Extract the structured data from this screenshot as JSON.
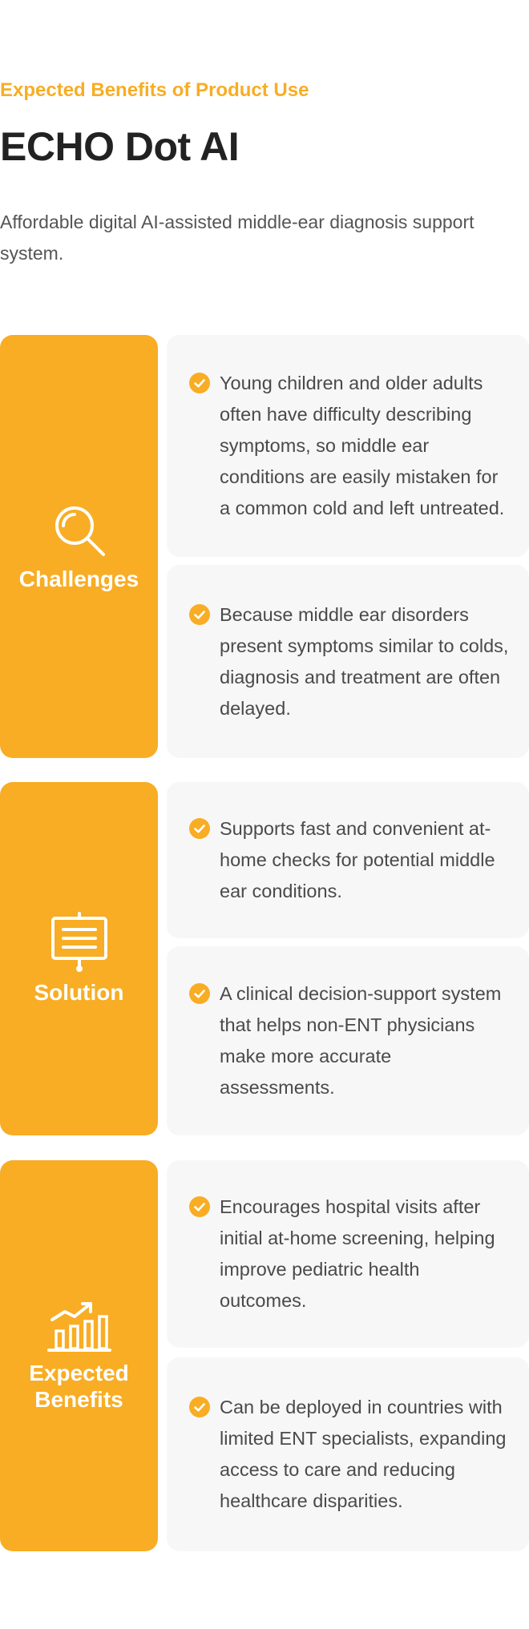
{
  "header": {
    "eyebrow": "Expected Benefits of Product Use",
    "title": "ECHO Dot AI",
    "subtitle": "Affordable digital AI-assisted middle-ear diagnosis support system."
  },
  "colors": {
    "accent": "#F8AD24",
    "card_background": "#F7F7F7",
    "title_text": "#222222",
    "body_text": "#4A4A4A"
  },
  "sections": [
    {
      "label": "Challenges",
      "icon": "magnifier-icon",
      "items": [
        "Young children and older adults often have difficulty describing symptoms, so middle ear conditions are easily mistaken for a common cold and left untreated.",
        "Because middle ear disorders present symptoms similar to colds, diagnosis and treatment are often delayed."
      ]
    },
    {
      "label": "Solution",
      "icon": "presentation-board-icon",
      "items": [
        "Supports fast and convenient at-home checks for potential middle ear conditions.",
        "A clinical decision-support system that helps non-ENT physicians make more accurate assessments."
      ]
    },
    {
      "label": "Expected Benefits",
      "icon": "growth-chart-icon",
      "items": [
        "Encourages hospital visits after initial at-home screening, helping improve pediatric health outcomes.",
        "Can be deployed in countries with limited ENT specialists, expanding access to care and reducing healthcare disparities."
      ]
    }
  ]
}
